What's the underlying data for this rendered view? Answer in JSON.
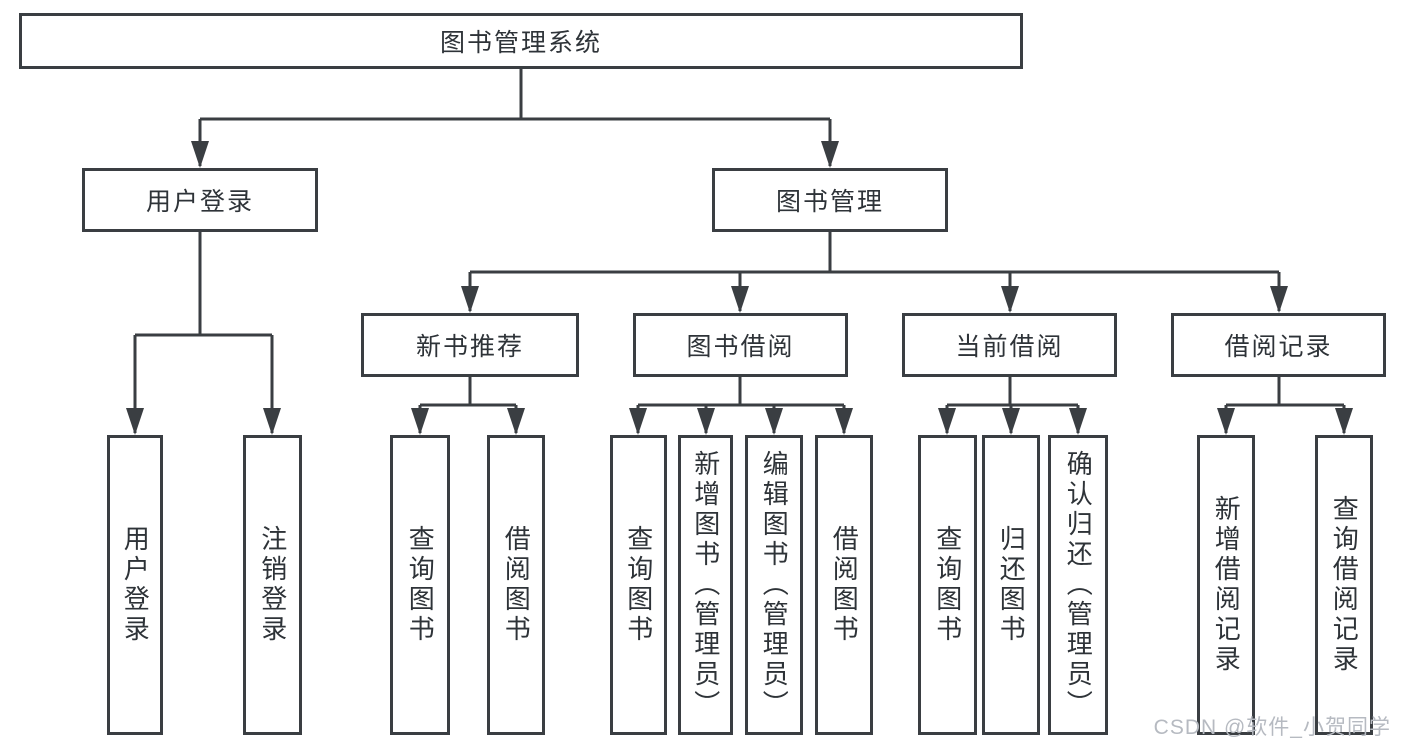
{
  "tree": {
    "label": "图书管理系统",
    "children": [
      {
        "label": "用户登录",
        "children": [
          {
            "label": "用户登录"
          },
          {
            "label": "注销登录"
          }
        ]
      },
      {
        "label": "图书管理",
        "children": [
          {
            "label": "新书推荐",
            "children": [
              {
                "label": "查询图书"
              },
              {
                "label": "借阅图书"
              }
            ]
          },
          {
            "label": "图书借阅",
            "children": [
              {
                "label": "查询图书"
              },
              {
                "label": "新增图书（管理员）"
              },
              {
                "label": "编辑图书（管理员）"
              },
              {
                "label": "借阅图书"
              }
            ]
          },
          {
            "label": "当前借阅",
            "children": [
              {
                "label": "查询图书"
              },
              {
                "label": "归还图书"
              },
              {
                "label": "确认归还（管理员）"
              }
            ]
          },
          {
            "label": "借阅记录",
            "children": [
              {
                "label": "新增借阅记录"
              },
              {
                "label": "查询借阅记录"
              }
            ]
          }
        ]
      }
    ]
  },
  "watermark": {
    "text": "CSDN @软件_小贺同学"
  },
  "colors": {
    "line": "#3a3e42",
    "text": "#2e3338",
    "watermark": "#b6bac1"
  }
}
